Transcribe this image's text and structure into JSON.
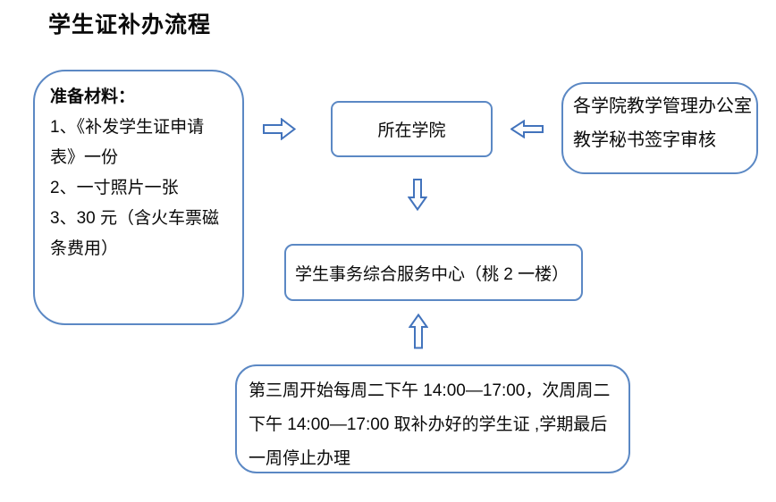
{
  "page_title": "学生证补办流程",
  "colors": {
    "box_border": "#5b88c4",
    "arrow_stroke": "#4273bc",
    "arrow_fill": "#fcfdfe",
    "text_color": "#0a0a0a",
    "background": "#ffffff"
  },
  "flowchart": {
    "materials_box": {
      "heading": "准备材料：",
      "lines": [
        "1、《补发学生证申请",
        "表》一份",
        "2、一寸照片一张",
        "3、30 元（含火车票磁",
        "条费用）"
      ]
    },
    "college_box": {
      "label": "所在学院"
    },
    "office_box": {
      "lines": [
        "各学院教学管理办公室",
        "教学秘书签字审核"
      ]
    },
    "service_center_box": {
      "label": "学生事务综合服务中心（桃 2 一楼）"
    },
    "schedule_box": {
      "lines": [
        "第三周开始每周二下午 14:00—17:00，次周周二",
        "下午 14:00—17:00 取补办好的学生证 ,学期最后",
        "一周停止办理"
      ]
    },
    "arrows": {
      "materials_to_college": "arrow-right-icon",
      "office_to_college": "arrow-left-icon",
      "college_to_service_center": "arrow-down-icon",
      "schedule_to_service_center": "arrow-up-icon"
    }
  }
}
